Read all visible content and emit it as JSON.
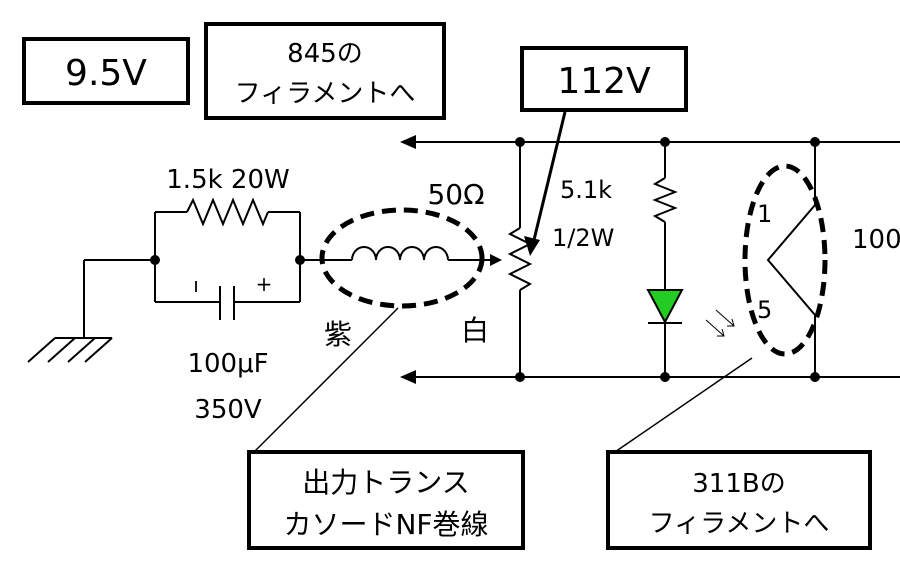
{
  "labels": {
    "voltage_95": "9.5V",
    "to_845_line1": "845の",
    "to_845_line2": "フィラメントへ",
    "voltage_112": "112V",
    "r_1_5k": "1.5k 20W",
    "r_50": "50Ω",
    "r_5_1k_line1": "5.1k",
    "r_5_1k_line2": "1/2W",
    "pin_1": "1",
    "pin_5": "5",
    "r_100_partial": "100",
    "cap_minus": "ı",
    "cap_plus": "+",
    "cap_value": "100μF",
    "cap_voltage": "350V",
    "wire_purple": "紫",
    "wire_white": "白",
    "transformer_line1": "出力トランス",
    "transformer_line2": "カソードNF巻線",
    "to_311b_line1": "311Bの",
    "to_311b_line2": "フィラメントへ"
  },
  "colors": {
    "led": "#22cc22",
    "ink": "#000000"
  }
}
